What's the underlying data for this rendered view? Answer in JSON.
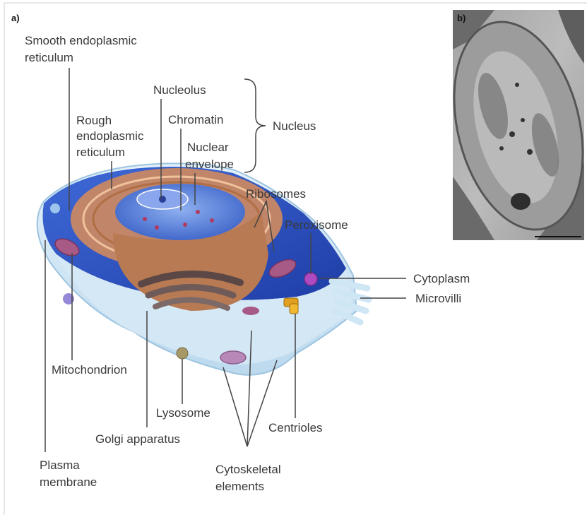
{
  "panels": {
    "a": {
      "label": "a)"
    },
    "b": {
      "label": "b)"
    }
  },
  "labels": {
    "smooth_er": [
      "Smooth endoplasmic",
      "reticulum"
    ],
    "rough_er": [
      "Rough",
      "endoplasmic",
      "reticulum"
    ],
    "nucleolus": "Nucleolus",
    "chromatin": "Chromatin",
    "nuclear_envelope": [
      "Nuclear",
      "envelope"
    ],
    "nucleus": "Nucleus",
    "ribosomes": "Ribosomes",
    "peroxisome": "Peroxisome",
    "cytoplasm": "Cytoplasm",
    "microvilli": "Microvilli",
    "mitochondrion": "Mitochondrion",
    "lysosome": "Lysosome",
    "golgi": "Golgi apparatus",
    "centrioles": "Centrioles",
    "plasma_membrane": [
      "Plasma",
      "membrane"
    ],
    "cytoskeletal": [
      "Cytoskeletal",
      "elements"
    ]
  },
  "colors": {
    "membrane_outer": "#cfe6f5",
    "cytoplasm": "#2a4fc4",
    "nucleus_envelope": "#c98a5a",
    "nucleoplasm": "#5b7fd6",
    "rough_er": "#d08b5e",
    "golgi": "#6e5a58",
    "mitochondrion": "#a85a86",
    "peroxisome": "#b04ac0",
    "centriole": "#e0a020",
    "lysosome": "#a89868",
    "micrograph_bg": "#b5b5b5",
    "label_text": "#3a3a3a",
    "leader_line": "#444444"
  }
}
